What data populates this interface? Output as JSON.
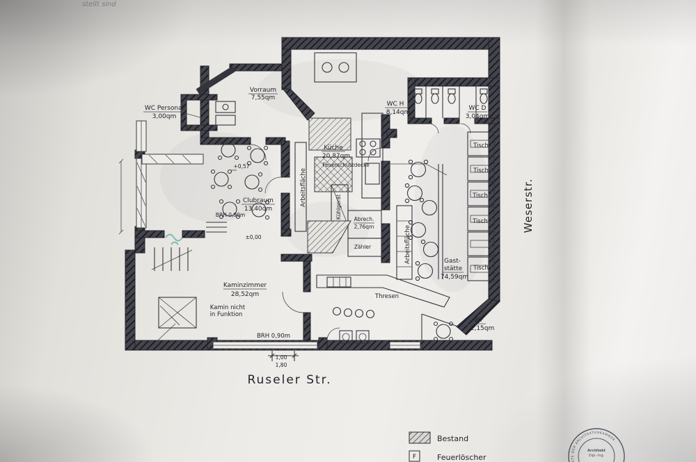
{
  "colors": {
    "ink": "#24242c",
    "paper": "#efede9",
    "scribble": "#3fa69c"
  },
  "page": {
    "handwriting_top": "stellt sind",
    "street_bottom": "Ruseler  Str.",
    "street_right": "Weserstr."
  },
  "rooms": {
    "vorraum": {
      "name": "Vorraum",
      "area": "7,55qm"
    },
    "wc_personal": {
      "name": "WC  Personal",
      "area": "3,00qm"
    },
    "wc_h": {
      "name": "WC  H",
      "area": "8,14qm"
    },
    "wc_d": {
      "name": "WC  D",
      "area": "3,04qm"
    },
    "kueche": {
      "name": "Küche",
      "area": "20,87qm",
      "note": "Feuerschutzdecke"
    },
    "clubraum": {
      "name": "Clubraum",
      "area": "13,40qm"
    },
    "abrech": {
      "name": "Abrech.",
      "area": "2,76qm"
    },
    "zaehler": {
      "name": "Zähler"
    },
    "kaminzimmer": {
      "name": "Kaminzimmer",
      "area": "28,52qm",
      "note1": "Kamin nicht",
      "note2": "in Funktion"
    },
    "gaststaette": {
      "name1": "Gast-",
      "name2": "stätte",
      "area": "74,59qm"
    },
    "wf": {
      "name": "WF",
      "area": "2,15qm"
    }
  },
  "labels": {
    "arbeitsflaeche_kueche": "Arbeitsfläche",
    "arbeitsflaeche_gast": "Arbeitsfläche",
    "kuehlgeraet": "Kühlgerät",
    "thresen": "Thresen",
    "brh_left": "BRH 0,90m",
    "brh_bottom": "BRH 0,90m",
    "level_plus": "+0,57",
    "level_zero": "±0,00",
    "dim_top": "1,00",
    "dim_bottom": "1,80"
  },
  "tables": [
    "Tisch",
    "Tisch",
    "Tisch",
    "Tisch",
    "Tisch"
  ],
  "legend": {
    "bestand": "Bestand",
    "feuerloescher": "Feuerlöscher",
    "f_symbol": "F"
  },
  "stamp": {
    "ring": "ARCHITEKTENLISTE DER ARCHITEKTENKAMMER",
    "line1": "Architekt",
    "line2": "Dipl.-Ing."
  }
}
